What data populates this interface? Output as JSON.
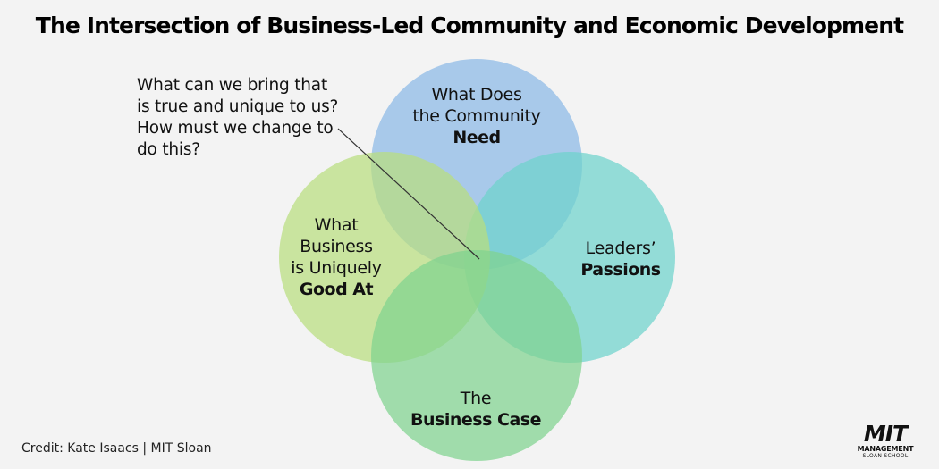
{
  "title": "The Intersection of Business-Led Community and Economic Development",
  "question": {
    "lines": [
      "What can we bring that",
      "is true and unique to us?",
      "How must we change to",
      "do this?"
    ]
  },
  "circles": {
    "community_need": {
      "lines": [
        "What Does",
        "the Community"
      ],
      "bold": "Need",
      "color": "#8ab8e6"
    },
    "leaders_passions": {
      "lines": [
        "Leaders’"
      ],
      "bold": "Passions",
      "color": "#6ed3cc"
    },
    "good_at": {
      "lines": [
        "What",
        "Business",
        "is Uniquely"
      ],
      "bold": "Good At",
      "color": "#b8de7e"
    },
    "business_case": {
      "lines": [
        "The"
      ],
      "bold": "Business Case",
      "color": "#7fd38f"
    }
  },
  "credit": "Credit: Kate Isaacs | MIT Sloan",
  "logo": {
    "mark": "MIT",
    "line1": "MANAGEMENT",
    "line2": "SLOAN SCHOOL"
  }
}
